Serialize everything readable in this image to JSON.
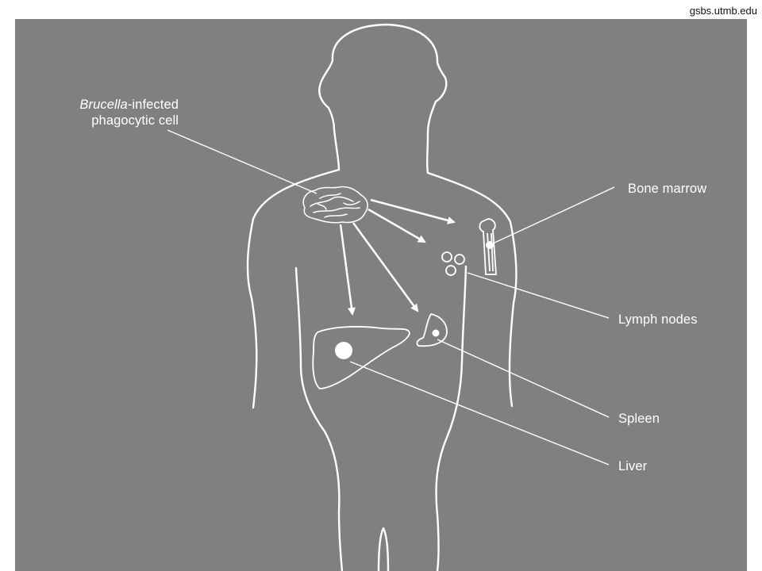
{
  "source_credit": "gsbs.utmb.edu",
  "colors": {
    "panel_background": "#808080",
    "line_color": "#ffffff",
    "page_background": "#ffffff"
  },
  "labels": {
    "cell_italic": "Brucella",
    "cell_rest_line1": "-infected",
    "cell_line2": "phagocytic cell",
    "bone_marrow": "Bone marrow",
    "lymph_nodes": "Lymph nodes",
    "spleen": "Spleen",
    "liver": "Liver"
  }
}
